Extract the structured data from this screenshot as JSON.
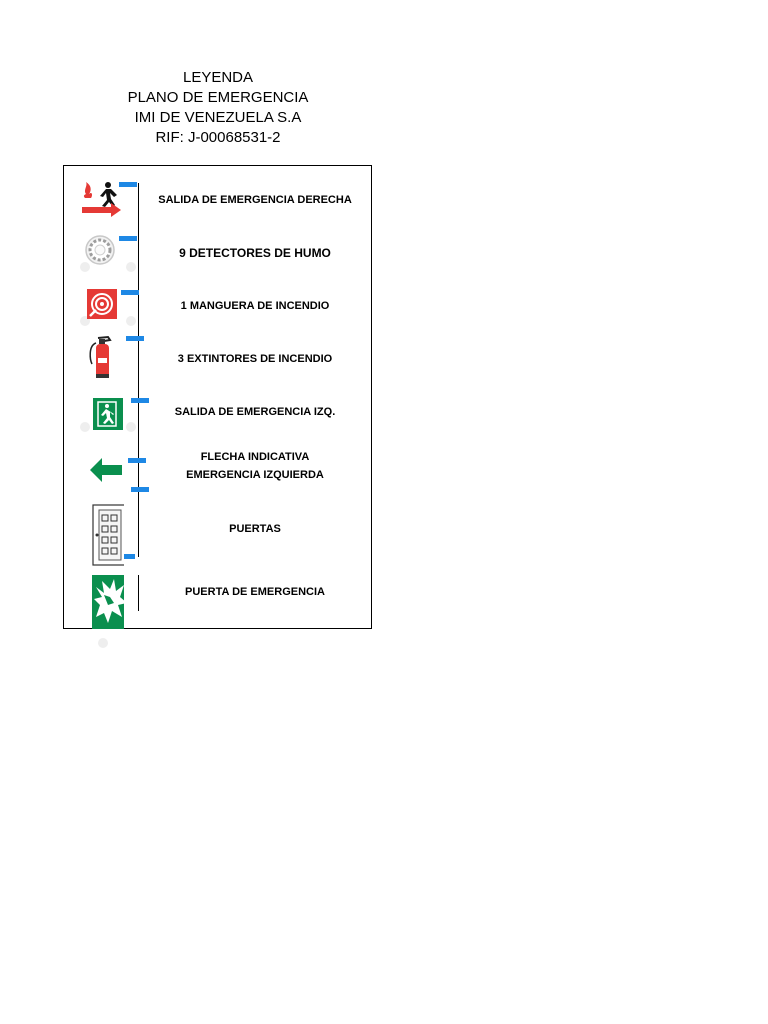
{
  "header": {
    "line1": "LEYENDA",
    "line2": "PLANO DE EMERGENCIA",
    "line3": "IMI DE VENEZUELA S.A",
    "line4": "RIF: J-00068531-2"
  },
  "legend": {
    "items": [
      {
        "icon": "emergency-exit-right-icon",
        "label": "SALIDA DE EMERGENCIA DERECHA"
      },
      {
        "icon": "smoke-detector-icon",
        "label": "9 DETECTORES DE HUMO"
      },
      {
        "icon": "fire-hose-icon",
        "label": "1 MANGUERA DE INCENDIO"
      },
      {
        "icon": "fire-extinguisher-icon",
        "label": "3 EXTINTORES DE INCENDIO"
      },
      {
        "icon": "emergency-exit-left-icon",
        "label": "SALIDA DE EMERGENCIA IZQ."
      },
      {
        "icon": "arrow-left-icon",
        "label_line1": "FLECHA INDICATIVA",
        "label_line2": "EMERGENCIA IZQUIERDA"
      },
      {
        "icon": "door-icon",
        "label": "PUERTAS"
      },
      {
        "icon": "emergency-door-icon",
        "label": "PUERTA DE EMERGENCIA"
      }
    ]
  },
  "colors": {
    "fire_red": "#e53935",
    "exit_green": "#0a8f4e",
    "tag_blue": "#1e88e5"
  }
}
